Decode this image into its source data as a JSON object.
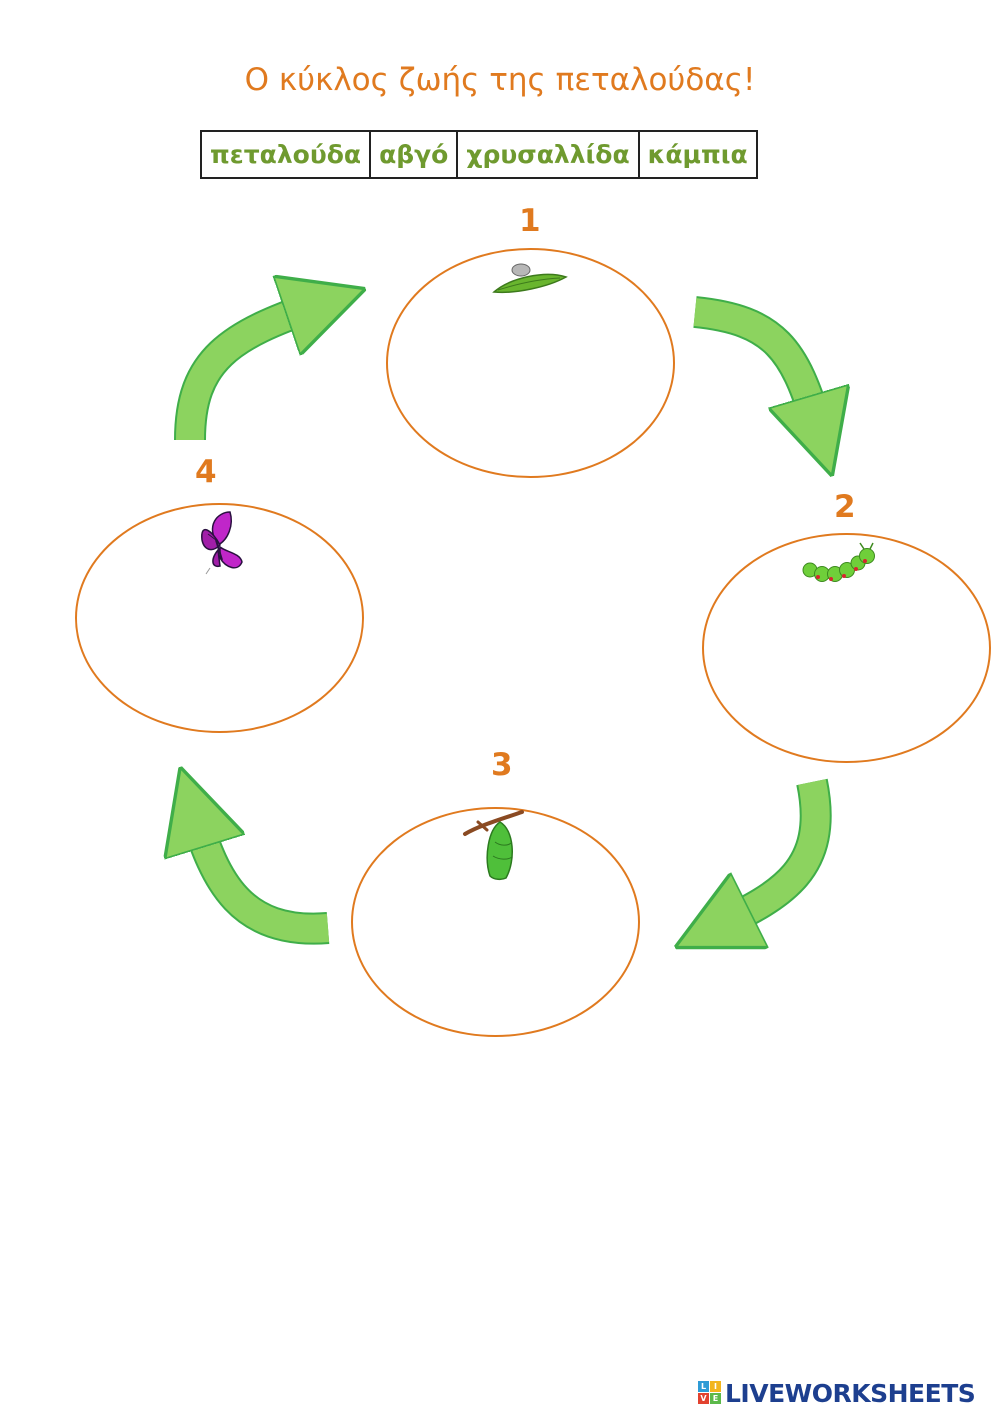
{
  "title": "Ο κύκλος ζωής της πεταλούδας!",
  "word_bank": [
    "πεταλούδα",
    "αβγό",
    "χρυσαλλίδα",
    "κάμπια"
  ],
  "stages": [
    {
      "number": "1",
      "icon": "egg-on-leaf-icon"
    },
    {
      "number": "2",
      "icon": "caterpillar-icon"
    },
    {
      "number": "3",
      "icon": "chrysalis-icon"
    },
    {
      "number": "4",
      "icon": "butterfly-icon"
    }
  ],
  "colors": {
    "accent_orange": "#e07a1f",
    "word_green": "#6f9a2f",
    "arrow_fill": "#8cd35f",
    "arrow_stroke": "#3fae49"
  },
  "brand": {
    "logo_letters": [
      "L",
      "I",
      "V",
      "E"
    ],
    "text": "LIVEWORKSHEETS"
  }
}
